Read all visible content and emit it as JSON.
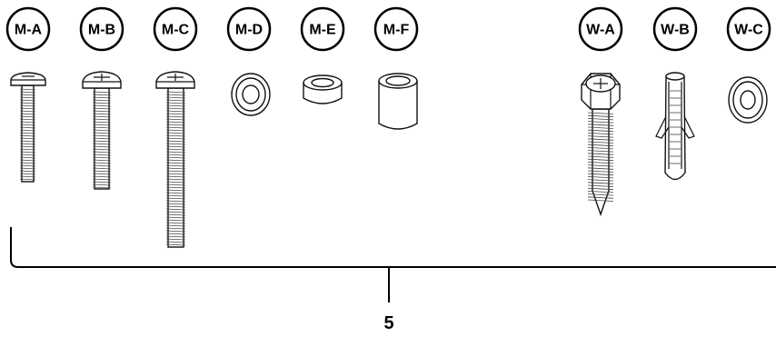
{
  "parts": {
    "m_a": "M-A",
    "m_b": "M-B",
    "m_c": "M-C",
    "m_d": "M-D",
    "m_e": "M-E",
    "m_f": "M-F",
    "w_a": "W-A",
    "w_b": "W-B",
    "w_c": "W-C"
  },
  "quantity": "5",
  "colors": {
    "line": "#111111",
    "background": "#ffffff"
  }
}
